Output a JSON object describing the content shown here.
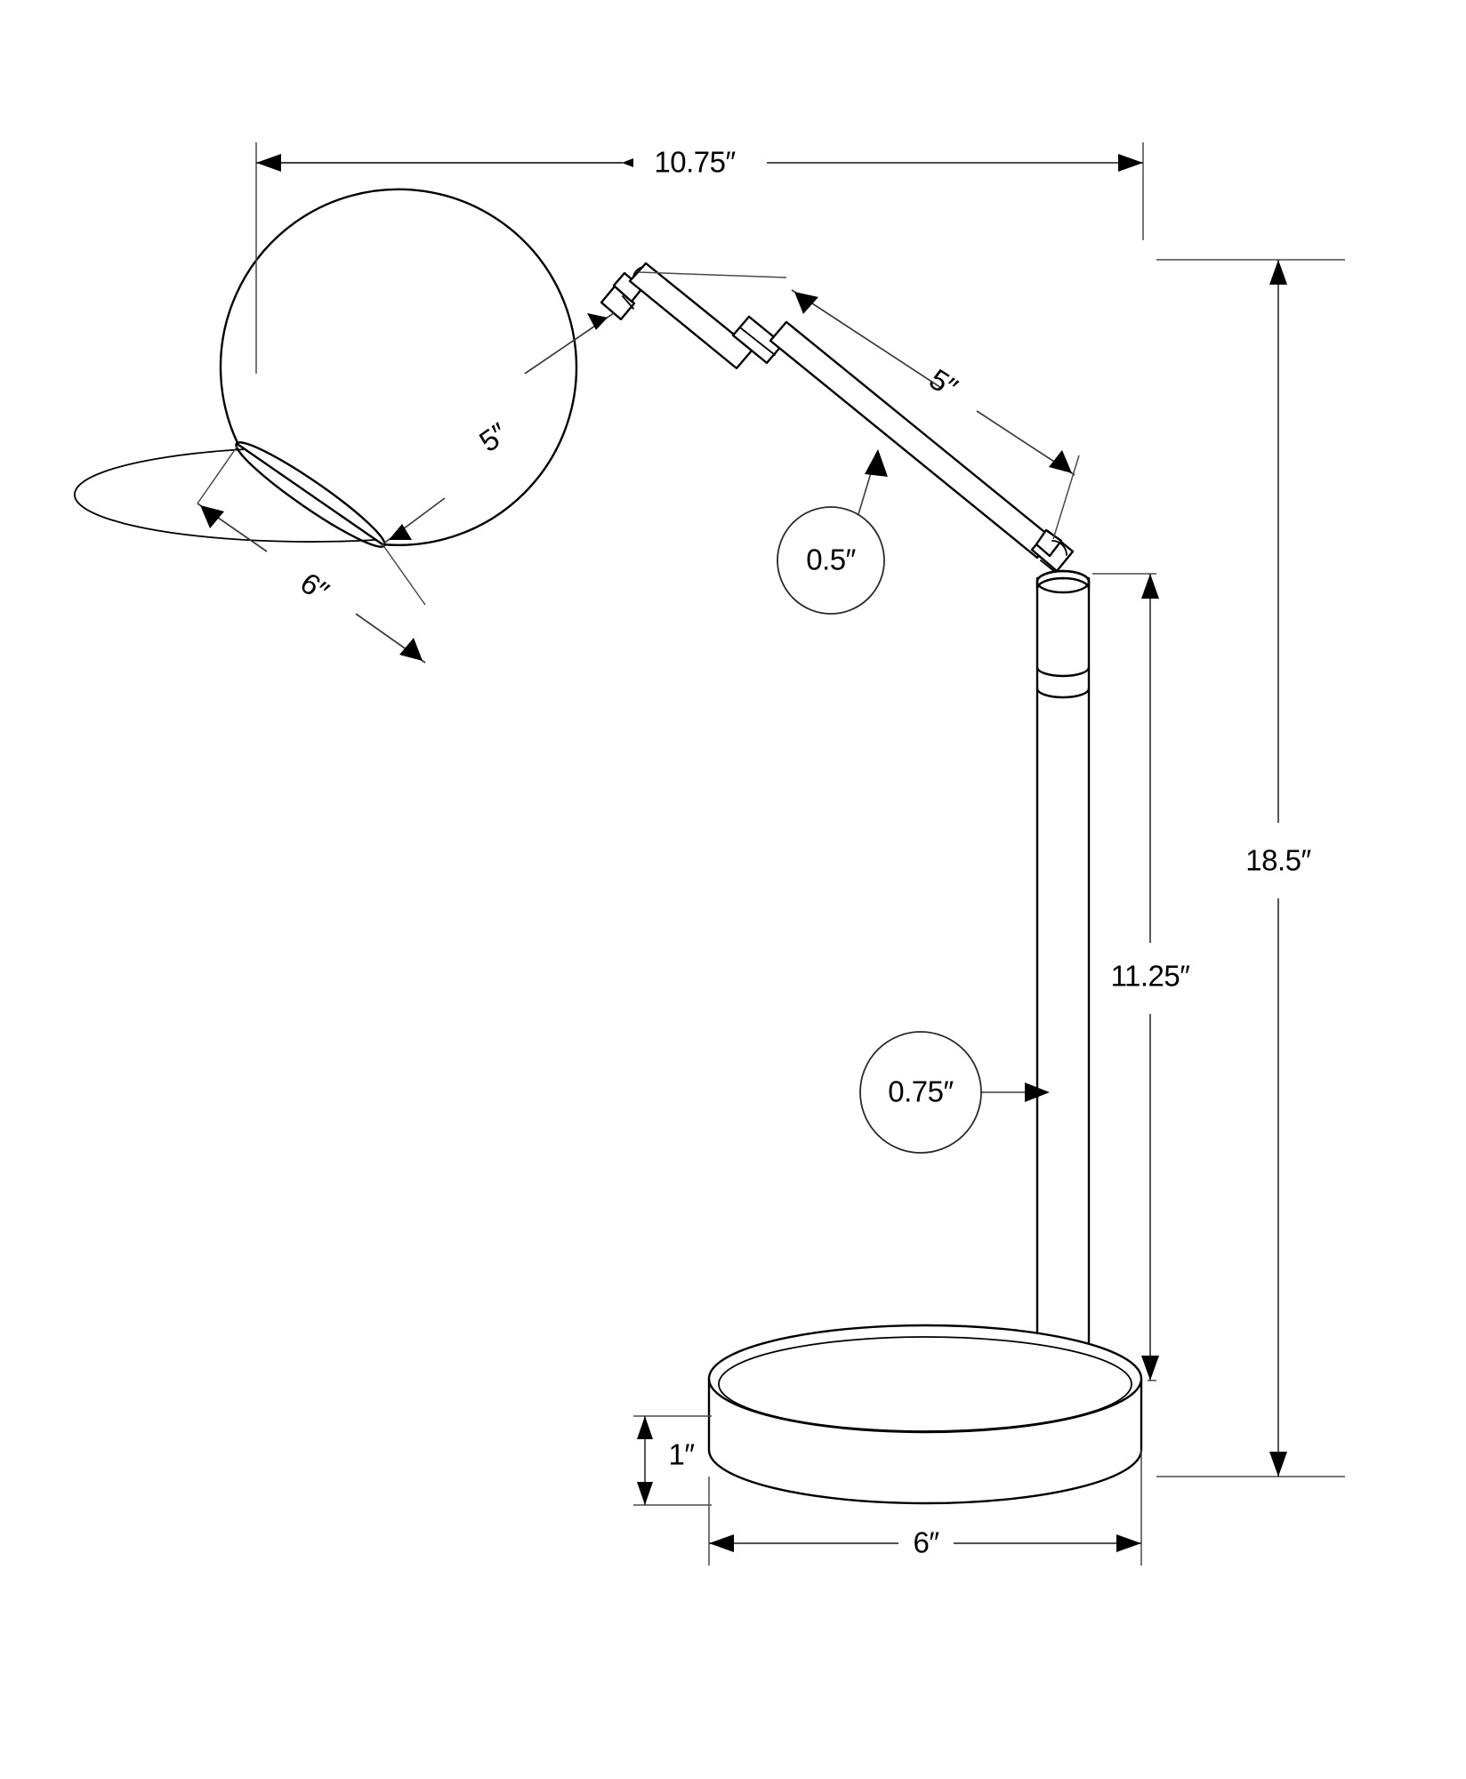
{
  "drawing": {
    "title": "Table Lamp Dimension Drawing",
    "units": "inches",
    "background_color": "#ffffff",
    "line_color": "#000000",
    "dimension_color": "#3a3a3a"
  },
  "dimensions": {
    "overall_width": "10.75″",
    "shade_depth": "5″",
    "shade_diameter": "6″",
    "arm_length": "5″",
    "arm_thickness": "0.5″",
    "post_thickness": "0.75″",
    "post_height": "11.25″",
    "overall_height": "18.5″",
    "base_height": "1″",
    "base_diameter": "6″"
  },
  "labels": [
    {
      "id": "overall-width",
      "text": "10.75″",
      "kind": "linear-horizontal"
    },
    {
      "id": "shade-depth",
      "text": "5″",
      "kind": "linear-diagonal"
    },
    {
      "id": "shade-diameter",
      "text": "6″",
      "kind": "linear-diagonal"
    },
    {
      "id": "arm-length",
      "text": "5″",
      "kind": "linear-diagonal"
    },
    {
      "id": "arm-thickness",
      "text": "0.5″",
      "kind": "callout-balloon"
    },
    {
      "id": "post-thickness",
      "text": "0.75″",
      "kind": "callout-balloon"
    },
    {
      "id": "post-height",
      "text": "11.25″",
      "kind": "linear-vertical"
    },
    {
      "id": "overall-height",
      "text": "18.5″",
      "kind": "linear-vertical"
    },
    {
      "id": "base-height",
      "text": "1″",
      "kind": "linear-vertical"
    },
    {
      "id": "base-diameter",
      "text": "6″",
      "kind": "linear-horizontal"
    }
  ]
}
